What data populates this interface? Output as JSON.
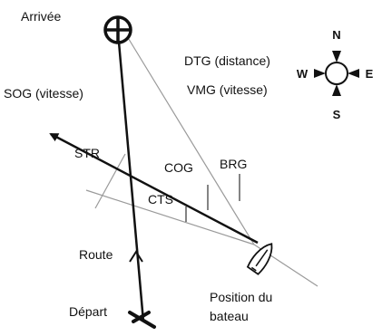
{
  "labels": {
    "arrival": "Arrivée",
    "departure": "Départ",
    "dtg": "DTG (distance)",
    "vmg": "VMG (vitesse)",
    "sog": "SOG (vitesse)",
    "str": "STR",
    "cog": "COG",
    "brg": "BRG",
    "cts": "CTS",
    "route": "Route",
    "boat_position_line1": "Position du",
    "boat_position_line2": "bateau"
  },
  "compass": {
    "north": "N",
    "south": "S",
    "east": "E",
    "west": "W"
  },
  "icons": {
    "waypoint": "crosshair-circle-icon",
    "start": "cross-mark-icon",
    "boat": "boat-icon"
  },
  "colors": {
    "ink": "#111111",
    "light_line": "#9a9a9a"
  }
}
